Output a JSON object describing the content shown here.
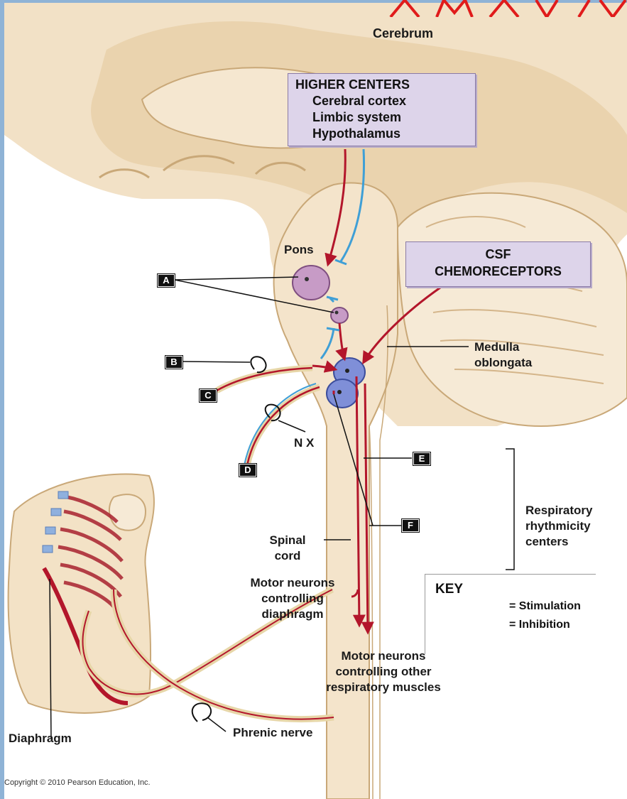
{
  "title": "Cerebrum",
  "higher_centers": {
    "heading": "HIGHER CENTERS",
    "items": [
      "Cerebral cortex",
      "Limbic system",
      "Hypothalamus"
    ]
  },
  "csf_box": {
    "line1": "CSF",
    "line2": "CHEMORECEPTORS"
  },
  "labels": {
    "pons": "Pons",
    "medulla_1": "Medulla",
    "medulla_2": "oblongata",
    "nx": "N X",
    "spinal_1": "Spinal",
    "spinal_2": "cord",
    "resp_1": "Respiratory",
    "resp_2": "rhythmicity",
    "resp_3": "centers",
    "motor_diaphragm_1": "Motor neurons",
    "motor_diaphragm_2": "controlling",
    "motor_diaphragm_3": "diaphragm",
    "motor_other_1": "Motor neurons",
    "motor_other_2": "controlling other",
    "motor_other_3": "respiratory muscles",
    "diaphragm": "Diaphragm",
    "phrenic": "Phrenic nerve"
  },
  "tags": {
    "a": "A",
    "b": "B",
    "c": "C",
    "d": "D",
    "e": "E",
    "f": "F"
  },
  "key": {
    "title": "KEY",
    "stimulation": "= Stimulation",
    "inhibition": "= Inhibition"
  },
  "copyright": "Copyright © 2010 Pearson Education, Inc.",
  "colors": {
    "stimulation": "#b3162b",
    "inhibition": "#3f9fd6",
    "tissue": "#f1dfc4",
    "purple_nucleus": "#c79bc6",
    "blue_nucleus": "#7f8fd8"
  }
}
